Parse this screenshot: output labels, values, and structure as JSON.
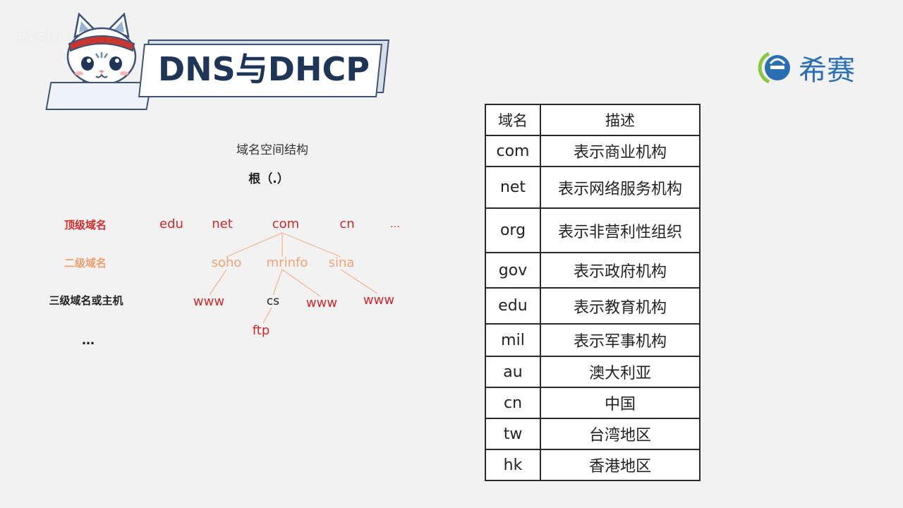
{
  "watermark": "致远bi 6... ",
  "title": "DNS与DHCP",
  "brand": {
    "name": "希赛"
  },
  "diagram": {
    "caption": "域名空间结构",
    "root": "根（.）",
    "levels": {
      "top": "顶级域名",
      "second": "二级域名",
      "third": "三级域名或主机",
      "more": "…"
    },
    "top_domains": [
      "edu",
      "net",
      "com",
      "cn",
      "…"
    ],
    "second_domains": [
      "soho",
      "mrinfo",
      "sina"
    ],
    "hosts": [
      "www",
      "cs",
      "www",
      "www"
    ],
    "fourth": [
      "ftp"
    ]
  },
  "table": {
    "headers": [
      "域名",
      "描述"
    ],
    "rows": [
      [
        "com",
        "表示商业机构"
      ],
      [
        "net",
        "表示网络服务机构"
      ],
      [
        "org",
        "表示非营利性组织"
      ],
      [
        "gov",
        "表示政府机构"
      ],
      [
        "edu",
        "表示教育机构"
      ],
      [
        "mil",
        "表示军事机构"
      ],
      [
        "au",
        "澳大利亚"
      ],
      [
        "cn",
        "中国"
      ],
      [
        "tw",
        "台湾地区"
      ],
      [
        "hk",
        "香港地区"
      ]
    ]
  },
  "colors": {
    "title_navy": "#1f3558",
    "red": "#d42c2c",
    "orange": "#f0a06e",
    "brand_blue": "#2a6fb4",
    "brand_green": "#8cc63e"
  }
}
